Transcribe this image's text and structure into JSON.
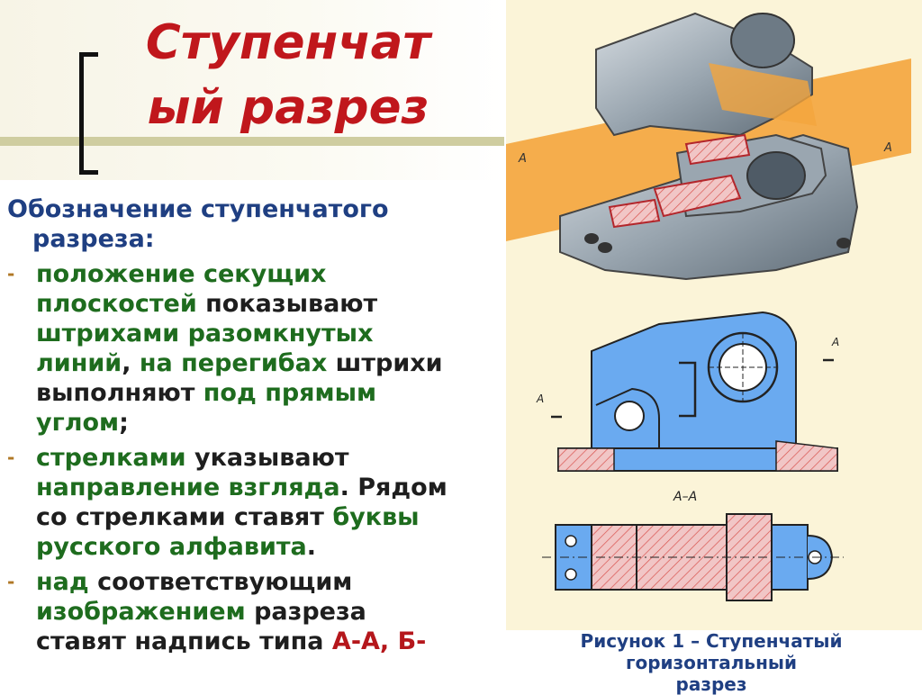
{
  "slide": {
    "title": "Ступенчатый разрез",
    "title_lines": [
      "Ступенчат",
      "ый разрез"
    ],
    "heading_lines": [
      "Обозначение ступенчатого",
      "разреза:"
    ],
    "items": [
      {
        "dash": "-",
        "lines": [
          [
            {
              "t": "положение секущих",
              "c": "g"
            }
          ],
          [
            {
              "t": "плоскостей",
              "c": "g"
            },
            {
              "t": " показывают",
              "c": "k"
            }
          ],
          [
            {
              "t": "штрихами разомкнутых",
              "c": "g"
            }
          ],
          [
            {
              "t": "линий",
              "c": "g"
            },
            {
              "t": ", ",
              "c": "k"
            },
            {
              "t": "на перегибах",
              "c": "g"
            },
            {
              "t": " штрихи",
              "c": "k"
            }
          ],
          [
            {
              "t": "выполняют ",
              "c": "k"
            },
            {
              "t": "под прямым",
              "c": "g"
            }
          ],
          [
            {
              "t": "углом",
              "c": "g"
            },
            {
              "t": ";",
              "c": "k"
            }
          ]
        ]
      },
      {
        "dash": "-",
        "lines": [
          [
            {
              "t": "стрелками",
              "c": "g"
            },
            {
              "t": " указывают",
              "c": "k"
            }
          ],
          [
            {
              "t": "направление взгляда",
              "c": "g"
            },
            {
              "t": ". Рядом",
              "c": "k"
            }
          ],
          [
            {
              "t": "со стрелками ставят ",
              "c": "k"
            },
            {
              "t": "буквы",
              "c": "g"
            }
          ],
          [
            {
              "t": "русского алфавита",
              "c": "g"
            },
            {
              "t": ".",
              "c": "k"
            }
          ]
        ]
      },
      {
        "dash": "-",
        "lines": [
          [
            {
              "t": "над",
              "c": "g"
            },
            {
              "t": " соответствующим",
              "c": "k"
            }
          ],
          [
            {
              "t": "изображением",
              "c": "g"
            },
            {
              "t": " разреза",
              "c": "k"
            }
          ],
          [
            {
              "t": "ставят надпись типа ",
              "c": "k"
            },
            {
              "t": "А-А, Б-",
              "c": "r"
            }
          ]
        ]
      }
    ],
    "figure": {
      "plane_label_left": "А",
      "plane_label_right": "А",
      "arrow_label_left": "А",
      "arrow_label_right": "А",
      "section_label": "А–А",
      "caption_lines": [
        "Рисунок 1 – Ступенчатый",
        "горизонтальный",
        "разрез"
      ]
    }
  },
  "colors": {
    "title": "#c0171c",
    "heading": "#1f3f82",
    "green_text": "#1e6c1e",
    "red_text": "#b5171c",
    "part_blue": "#6aaaf0",
    "hatch_pink": "#f1c6c6",
    "cut_plane_orange": "#f4a53d",
    "figure_bg": "#fbf4d8"
  }
}
